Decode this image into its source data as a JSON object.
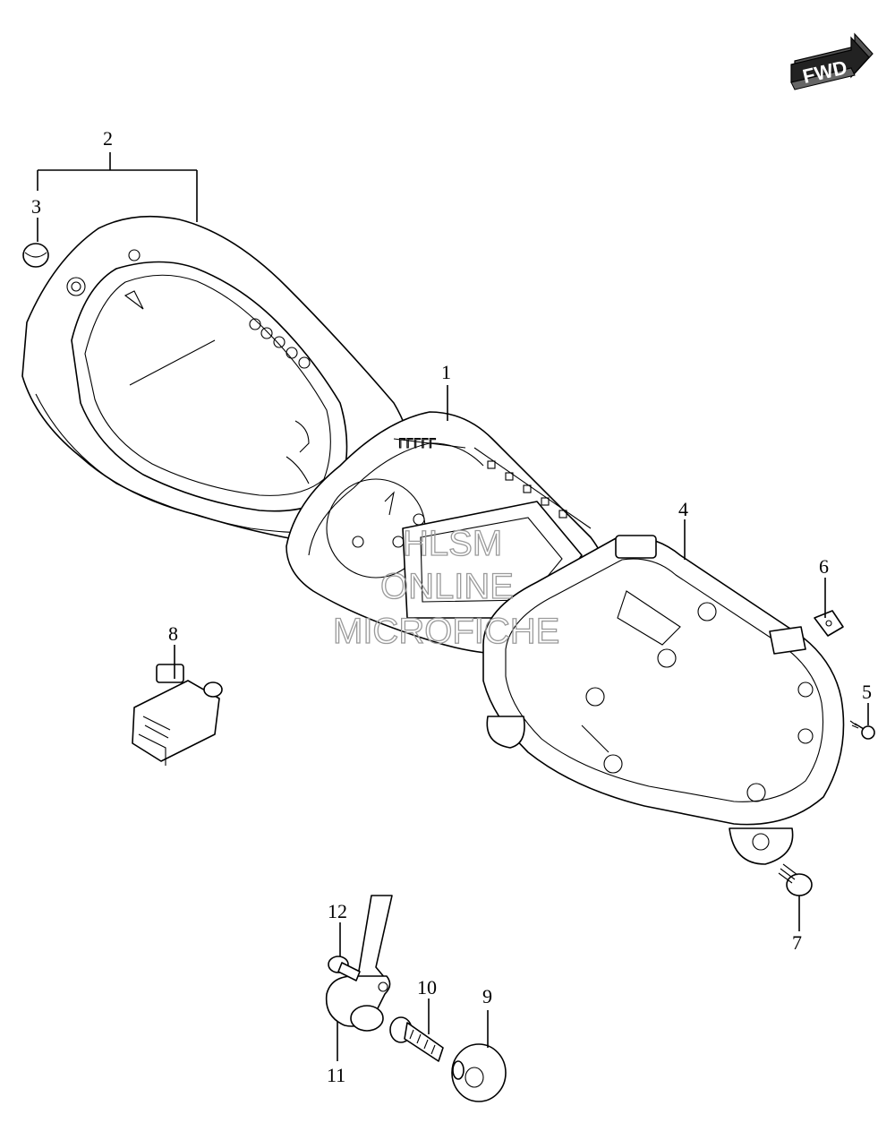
{
  "fwd_badge": {
    "label": "FWD"
  },
  "watermark": {
    "lines": [
      "HLSM",
      "ONLINE",
      "MICROFICHE"
    ]
  },
  "callouts": [
    {
      "id": "1",
      "label": "1"
    },
    {
      "id": "2",
      "label": "2"
    },
    {
      "id": "3",
      "label": "3"
    },
    {
      "id": "4",
      "label": "4"
    },
    {
      "id": "5",
      "label": "5"
    },
    {
      "id": "6",
      "label": "6"
    },
    {
      "id": "7",
      "label": "7"
    },
    {
      "id": "8",
      "label": "8"
    },
    {
      "id": "9",
      "label": "9"
    },
    {
      "id": "10",
      "label": "10"
    },
    {
      "id": "11",
      "label": "11"
    },
    {
      "id": "12",
      "label": "12"
    }
  ]
}
